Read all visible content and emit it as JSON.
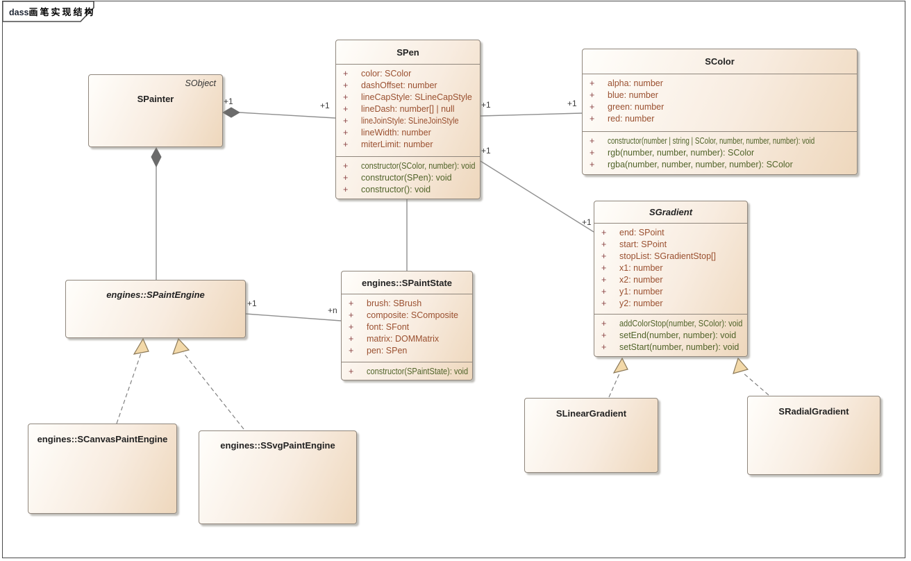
{
  "frame": {
    "title_prefix": "dass",
    "title": "画笔实现结构"
  },
  "symbols": {
    "public": "+"
  },
  "colors": {
    "box_fill_light": "#fffefb",
    "box_fill_dark": "#eed7bc",
    "box_border": "#8f867c",
    "attribute_text": "#9a5030",
    "method_text": "#506329",
    "visibility_text": "#8c4646",
    "connector_line": "#8f8f8f",
    "diamond_fill": "#6b6b6b",
    "triangle_fill": "#f3d9a9",
    "frame_border": "#4a4a4a"
  },
  "classes": {
    "spainter": {
      "name": "SPainter",
      "stereotype": "SObject"
    },
    "spen": {
      "name": "SPen",
      "attributes": [
        "color: SColor",
        "dashOffset: number",
        "lineCapStyle: SLineCapStyle",
        "lineDash: number[] | null",
        "lineJoinStyle: SLineJoinStyle",
        "lineWidth: number",
        "miterLimit: number"
      ],
      "methods": [
        "constructor(SColor, number): void",
        "constructor(SPen): void",
        "constructor(): void"
      ]
    },
    "scolor": {
      "name": "SColor",
      "attributes": [
        "alpha: number",
        "blue: number",
        "green: number",
        "red: number"
      ],
      "methods": [
        "constructor(number | string | SColor, number, number, number): void",
        "rgb(number, number, number): SColor",
        "rgba(number, number, number, number): SColor"
      ]
    },
    "sgradient": {
      "name": "SGradient",
      "attributes": [
        "end: SPoint",
        "start: SPoint",
        "stopList: SGradientStop[]",
        "x1: number",
        "x2: number",
        "y1: number",
        "y2: number"
      ],
      "methods": [
        "addColorStop(number, SColor): void",
        "setEnd(number, number): void",
        "setStart(number, number): void"
      ]
    },
    "spaintstate": {
      "name": "engines::SPaintState",
      "attributes": [
        "brush: SBrush",
        "composite: SComposite",
        "font: SFont",
        "matrix: DOMMatrix",
        "pen: SPen"
      ],
      "methods": [
        "constructor(SPaintState): void"
      ]
    },
    "spaintengine": {
      "name": "engines::SPaintEngine"
    },
    "scanvaspaintengine": {
      "name": "engines::SCanvasPaintEngine"
    },
    "ssvgpaintengine": {
      "name": "engines::SSvgPaintEngine"
    },
    "slineargradient": {
      "name": "SLinearGradient"
    },
    "sradialgradient": {
      "name": "SRadialGradient"
    }
  },
  "multiplicities": {
    "painter_pen": {
      "source": "+1",
      "target": "+1"
    },
    "pen_color": {
      "source": "+1",
      "target": "+1"
    },
    "pen_gradient": {
      "source": "+1",
      "target": "+1"
    },
    "engine_state": {
      "source": "+1",
      "target": "+n"
    }
  }
}
